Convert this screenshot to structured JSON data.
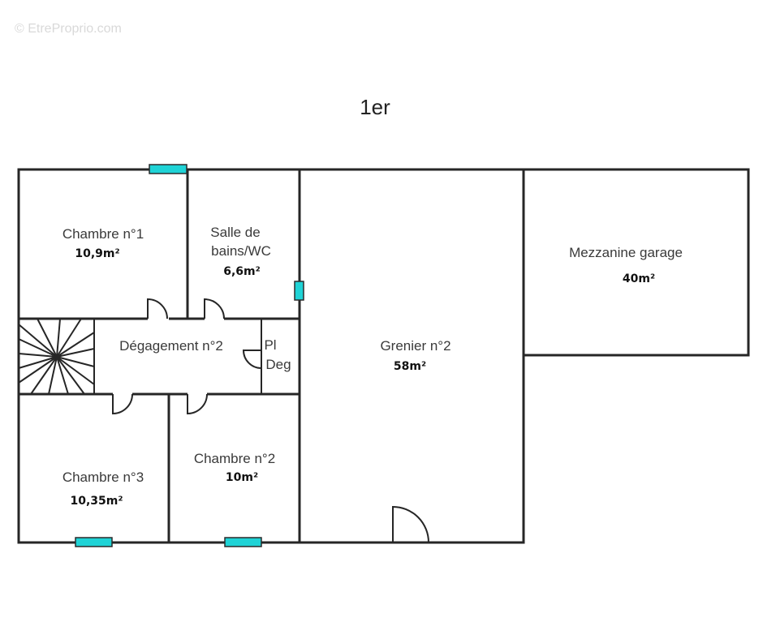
{
  "watermark": "© EtreProprio.com",
  "floor_title": "1er",
  "colors": {
    "window": "#1fd3d6",
    "wall": "#262626"
  },
  "rooms": {
    "chambre1": {
      "label": "Chambre n°1",
      "area": "10,9m²"
    },
    "sdb": {
      "label_line1": "Salle de",
      "label_line2": "bains/WC",
      "area": "6,6m²"
    },
    "grenier": {
      "label": "Grenier n°2",
      "area": "58m²"
    },
    "mezzanine": {
      "label": "Mezzanine garage",
      "area": "40m²"
    },
    "degagement": {
      "label": "Dégagement n°2"
    },
    "placard": {
      "label_line1": "Pl",
      "label_line2": "Deg"
    },
    "chambre3": {
      "label": "Chambre n°3",
      "area": "10,35m²"
    },
    "chambre2": {
      "label": "Chambre n°2",
      "area": "10m²"
    }
  }
}
